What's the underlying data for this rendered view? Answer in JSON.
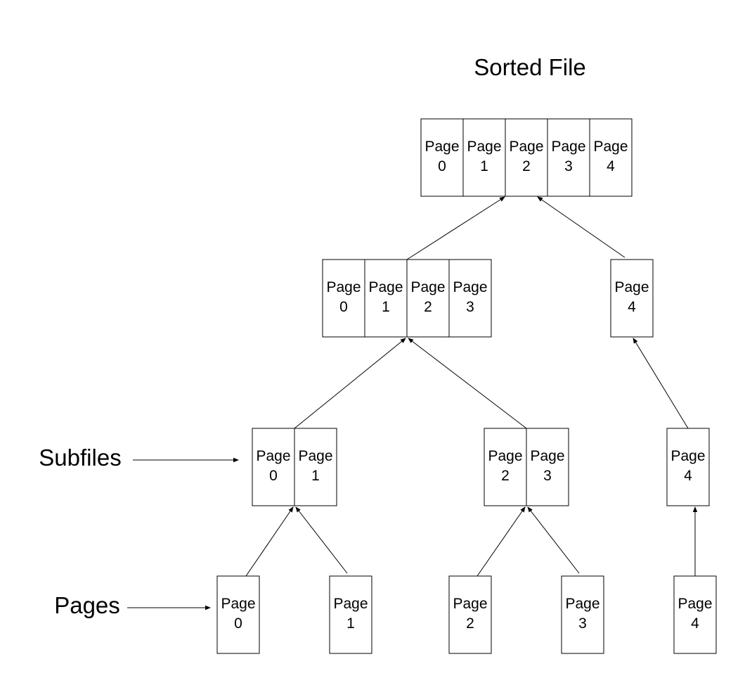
{
  "title": "Sorted File",
  "labels": {
    "subfiles": "Subfiles",
    "pages": "Pages"
  },
  "page_word": "Page",
  "levels": {
    "sorted_file": [
      [
        "0",
        "1",
        "2",
        "3",
        "4"
      ]
    ],
    "merge_level": [
      [
        "0",
        "1",
        "2",
        "3"
      ],
      [
        "4"
      ]
    ],
    "subfiles": [
      [
        "0",
        "1"
      ],
      [
        "2",
        "3"
      ],
      [
        "4"
      ]
    ],
    "pages": [
      [
        "0"
      ],
      [
        "1"
      ],
      [
        "2"
      ],
      [
        "3"
      ],
      [
        "4"
      ]
    ]
  },
  "colors": {
    "stroke": "#000000",
    "background": "#ffffff"
  }
}
